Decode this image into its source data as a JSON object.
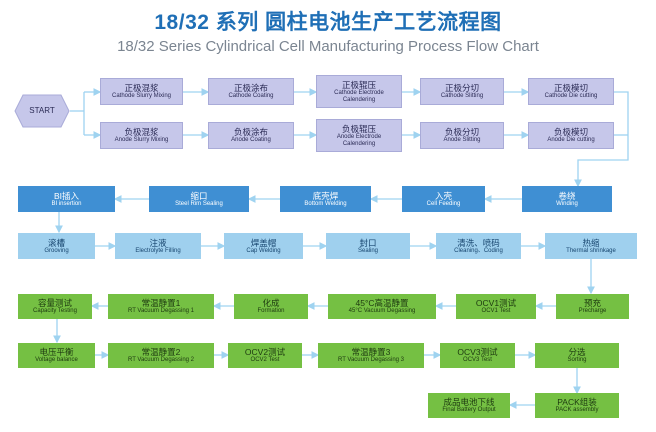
{
  "title_cn": "18/32 系列 圆柱电池生产工艺流程图",
  "title_en": "18/32 Series Cylindrical Cell Manufacturing Process Flow Chart",
  "start_label": "START",
  "cathode_row": [
    {
      "cn": "正极混浆",
      "en": "Cathode Slurry Mixing"
    },
    {
      "cn": "正极涂布",
      "en": "Cathode Coating"
    },
    {
      "cn": "正极辊压",
      "en": "Cathode Electrode Calendering"
    },
    {
      "cn": "正极分切",
      "en": "Cathode Slitting"
    },
    {
      "cn": "正极模切",
      "en": "Cathode Die cutting"
    }
  ],
  "anode_row": [
    {
      "cn": "负极混浆",
      "en": "Anode Slurry Mixing"
    },
    {
      "cn": "负极涂布",
      "en": "Anode Coating"
    },
    {
      "cn": "负极辊压",
      "en": "Anode Electrode Calendering"
    },
    {
      "cn": "负极分切",
      "en": "Anode Slitting"
    },
    {
      "cn": "负极模切",
      "en": "Anode Die cutting"
    }
  ],
  "assembly_row": [
    {
      "cn": "卷绕",
      "en": "Winding"
    },
    {
      "cn": "入壳",
      "en": "Cell Feeding"
    },
    {
      "cn": "底壳焊",
      "en": "Bottom Welding"
    },
    {
      "cn": "缩口",
      "en": "Steel Rim Sealing"
    },
    {
      "cn": "BI插入",
      "en": "BI insertion"
    }
  ],
  "filling_row": [
    {
      "cn": "滚槽",
      "en": "Grooving"
    },
    {
      "cn": "注液",
      "en": "Electrolyte Filling"
    },
    {
      "cn": "焊盖帽",
      "en": "Cap Welding"
    },
    {
      "cn": "封口",
      "en": "Sealing"
    },
    {
      "cn": "清洗、喷码",
      "en": "Cleaning、Coding"
    },
    {
      "cn": "热缩",
      "en": "Thermal shrinkage"
    }
  ],
  "formation_row": [
    {
      "cn": "预充",
      "en": "Precharge"
    },
    {
      "cn": "OCV1测试",
      "en": "OCV1 Test"
    },
    {
      "cn": "45°C高温静置",
      "en": "45°C Vacuum Degassing"
    },
    {
      "cn": "化成",
      "en": "Formation"
    },
    {
      "cn": "常温静置1",
      "en": "RT Vacuum Degassing 1"
    },
    {
      "cn": "容量测试",
      "en": "Capacity Testing"
    }
  ],
  "testing_row": [
    {
      "cn": "电压平衡",
      "en": "Voltage balance"
    },
    {
      "cn": "常温静置2",
      "en": "RT Vacuum Degassing 2"
    },
    {
      "cn": "OCV2测试",
      "en": "OCV2 Test"
    },
    {
      "cn": "常温静置3",
      "en": "RT Vacuum Degassing 3"
    },
    {
      "cn": "OCV3测试",
      "en": "OCV3 Test"
    },
    {
      "cn": "分选",
      "en": "Sorting"
    }
  ],
  "final_row": [
    {
      "cn": "PACK组装",
      "en": "PACK assembly"
    },
    {
      "cn": "成品电池下线",
      "en": "Final Battery Output"
    }
  ],
  "colors": {
    "title": "#1f6fb6",
    "lavender": "#c6c7ea",
    "blue": "#3f8fd3",
    "light_blue": "#9fd0ee",
    "green": "#75c043",
    "connector": "#9fd3f0"
  }
}
